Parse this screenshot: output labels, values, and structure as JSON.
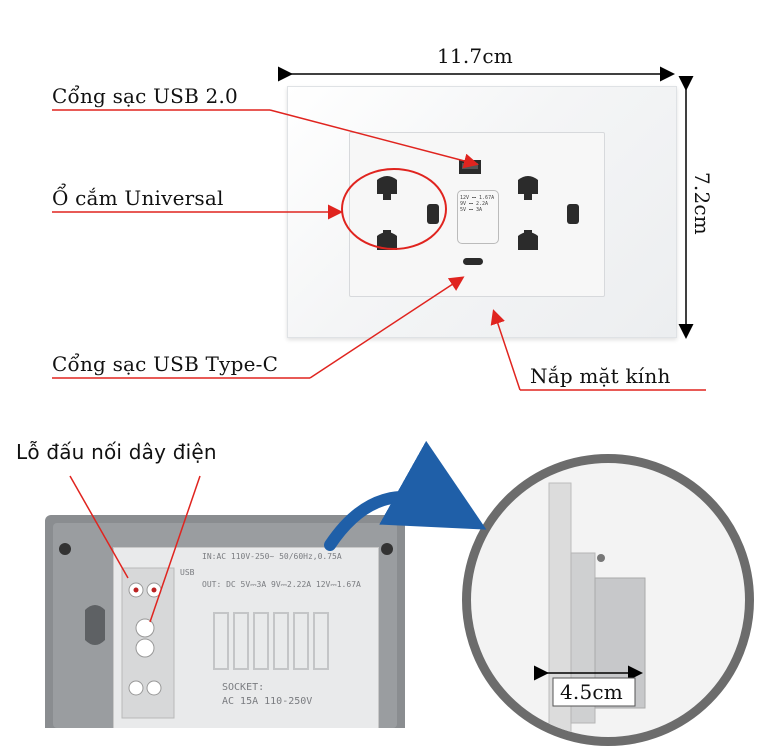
{
  "labels": {
    "width": "11.7cm",
    "height": "7.2cm",
    "usb20": "Cổng sạc USB 2.0",
    "universal": "Ổ cắm Universal",
    "typec": "Cổng sạc USB Type-C",
    "glass": "Nắp mặt kính",
    "wire_holes": "Lỗ đấu nối dây điện",
    "depth": "4.5cm"
  },
  "usb_spec": [
    "12V ⎓ 1.67A",
    "9V ⎓ 2.2A",
    "5V ⎓ 3A"
  ],
  "back_print": {
    "in": "IN:AC 110V-250~ 50/60Hz,0.75A",
    "usb": "USB",
    "out": "OUT: DC 5V⎓3A  9V⎓2.22A  12V⎓1.67A",
    "socket_title": "SOCKET:",
    "socket_rating": "AC 15A 110-250V"
  },
  "colors": {
    "annotation_red": "#e0241f",
    "arrow_blue": "#1f5fa8",
    "frame_gray": "#6c6c6c"
  }
}
